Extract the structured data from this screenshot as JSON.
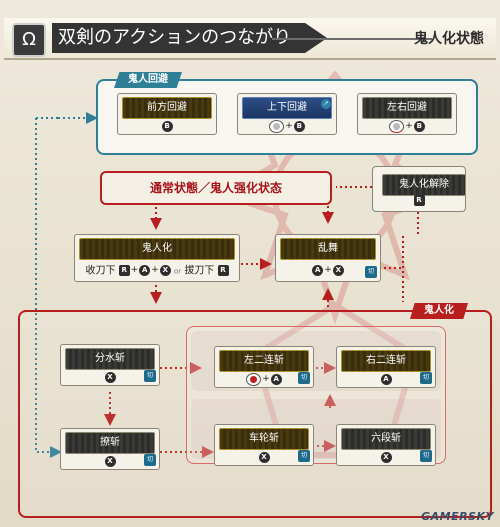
{
  "header": {
    "badge_glyph": "Ω",
    "title": "双剣のアクションのつながり",
    "state_label": "鬼人化状態"
  },
  "groups": {
    "evade_tag": "鬼人回避",
    "demon_tag": "鬼人化"
  },
  "state_bar": {
    "label": "通常状態／鬼人强化状态"
  },
  "moves": {
    "forward_evade": {
      "title": "前方回避",
      "b": "B"
    },
    "updown_evade": {
      "title": "上下回避",
      "b": "B",
      "badge_icon": "arrow-icon"
    },
    "leftright_evade": {
      "title": "左右回避",
      "b": "B"
    },
    "release": {
      "title": "鬼人化解除",
      "r": "R"
    },
    "demon_mode": {
      "title": "鬼人化",
      "r": "R",
      "a": "A",
      "x": "X",
      "or": "or",
      "r2": "R",
      "sheathed_label": "收刀下",
      "drawn_label": "拔刀下"
    },
    "rampage": {
      "title": "乱舞",
      "a": "A",
      "x": "X"
    },
    "split_water": {
      "title": "分水斩",
      "x": "X"
    },
    "sweep_slash": {
      "title": "撩斩",
      "x": "X"
    },
    "left_double": {
      "title": "左二连斩",
      "a": "A"
    },
    "right_double": {
      "title": "右二连斩",
      "a": "A"
    },
    "wheel_slash": {
      "title": "车轮斩",
      "x": "X"
    },
    "six_slash": {
      "title": "六段斩",
      "x": "X"
    }
  },
  "badge_text": "切",
  "footer": {
    "logo": "GAMERSKY"
  },
  "colors": {
    "red": "#b91e1e",
    "teal": "#2f7f96",
    "cream": "#efe9dc"
  }
}
